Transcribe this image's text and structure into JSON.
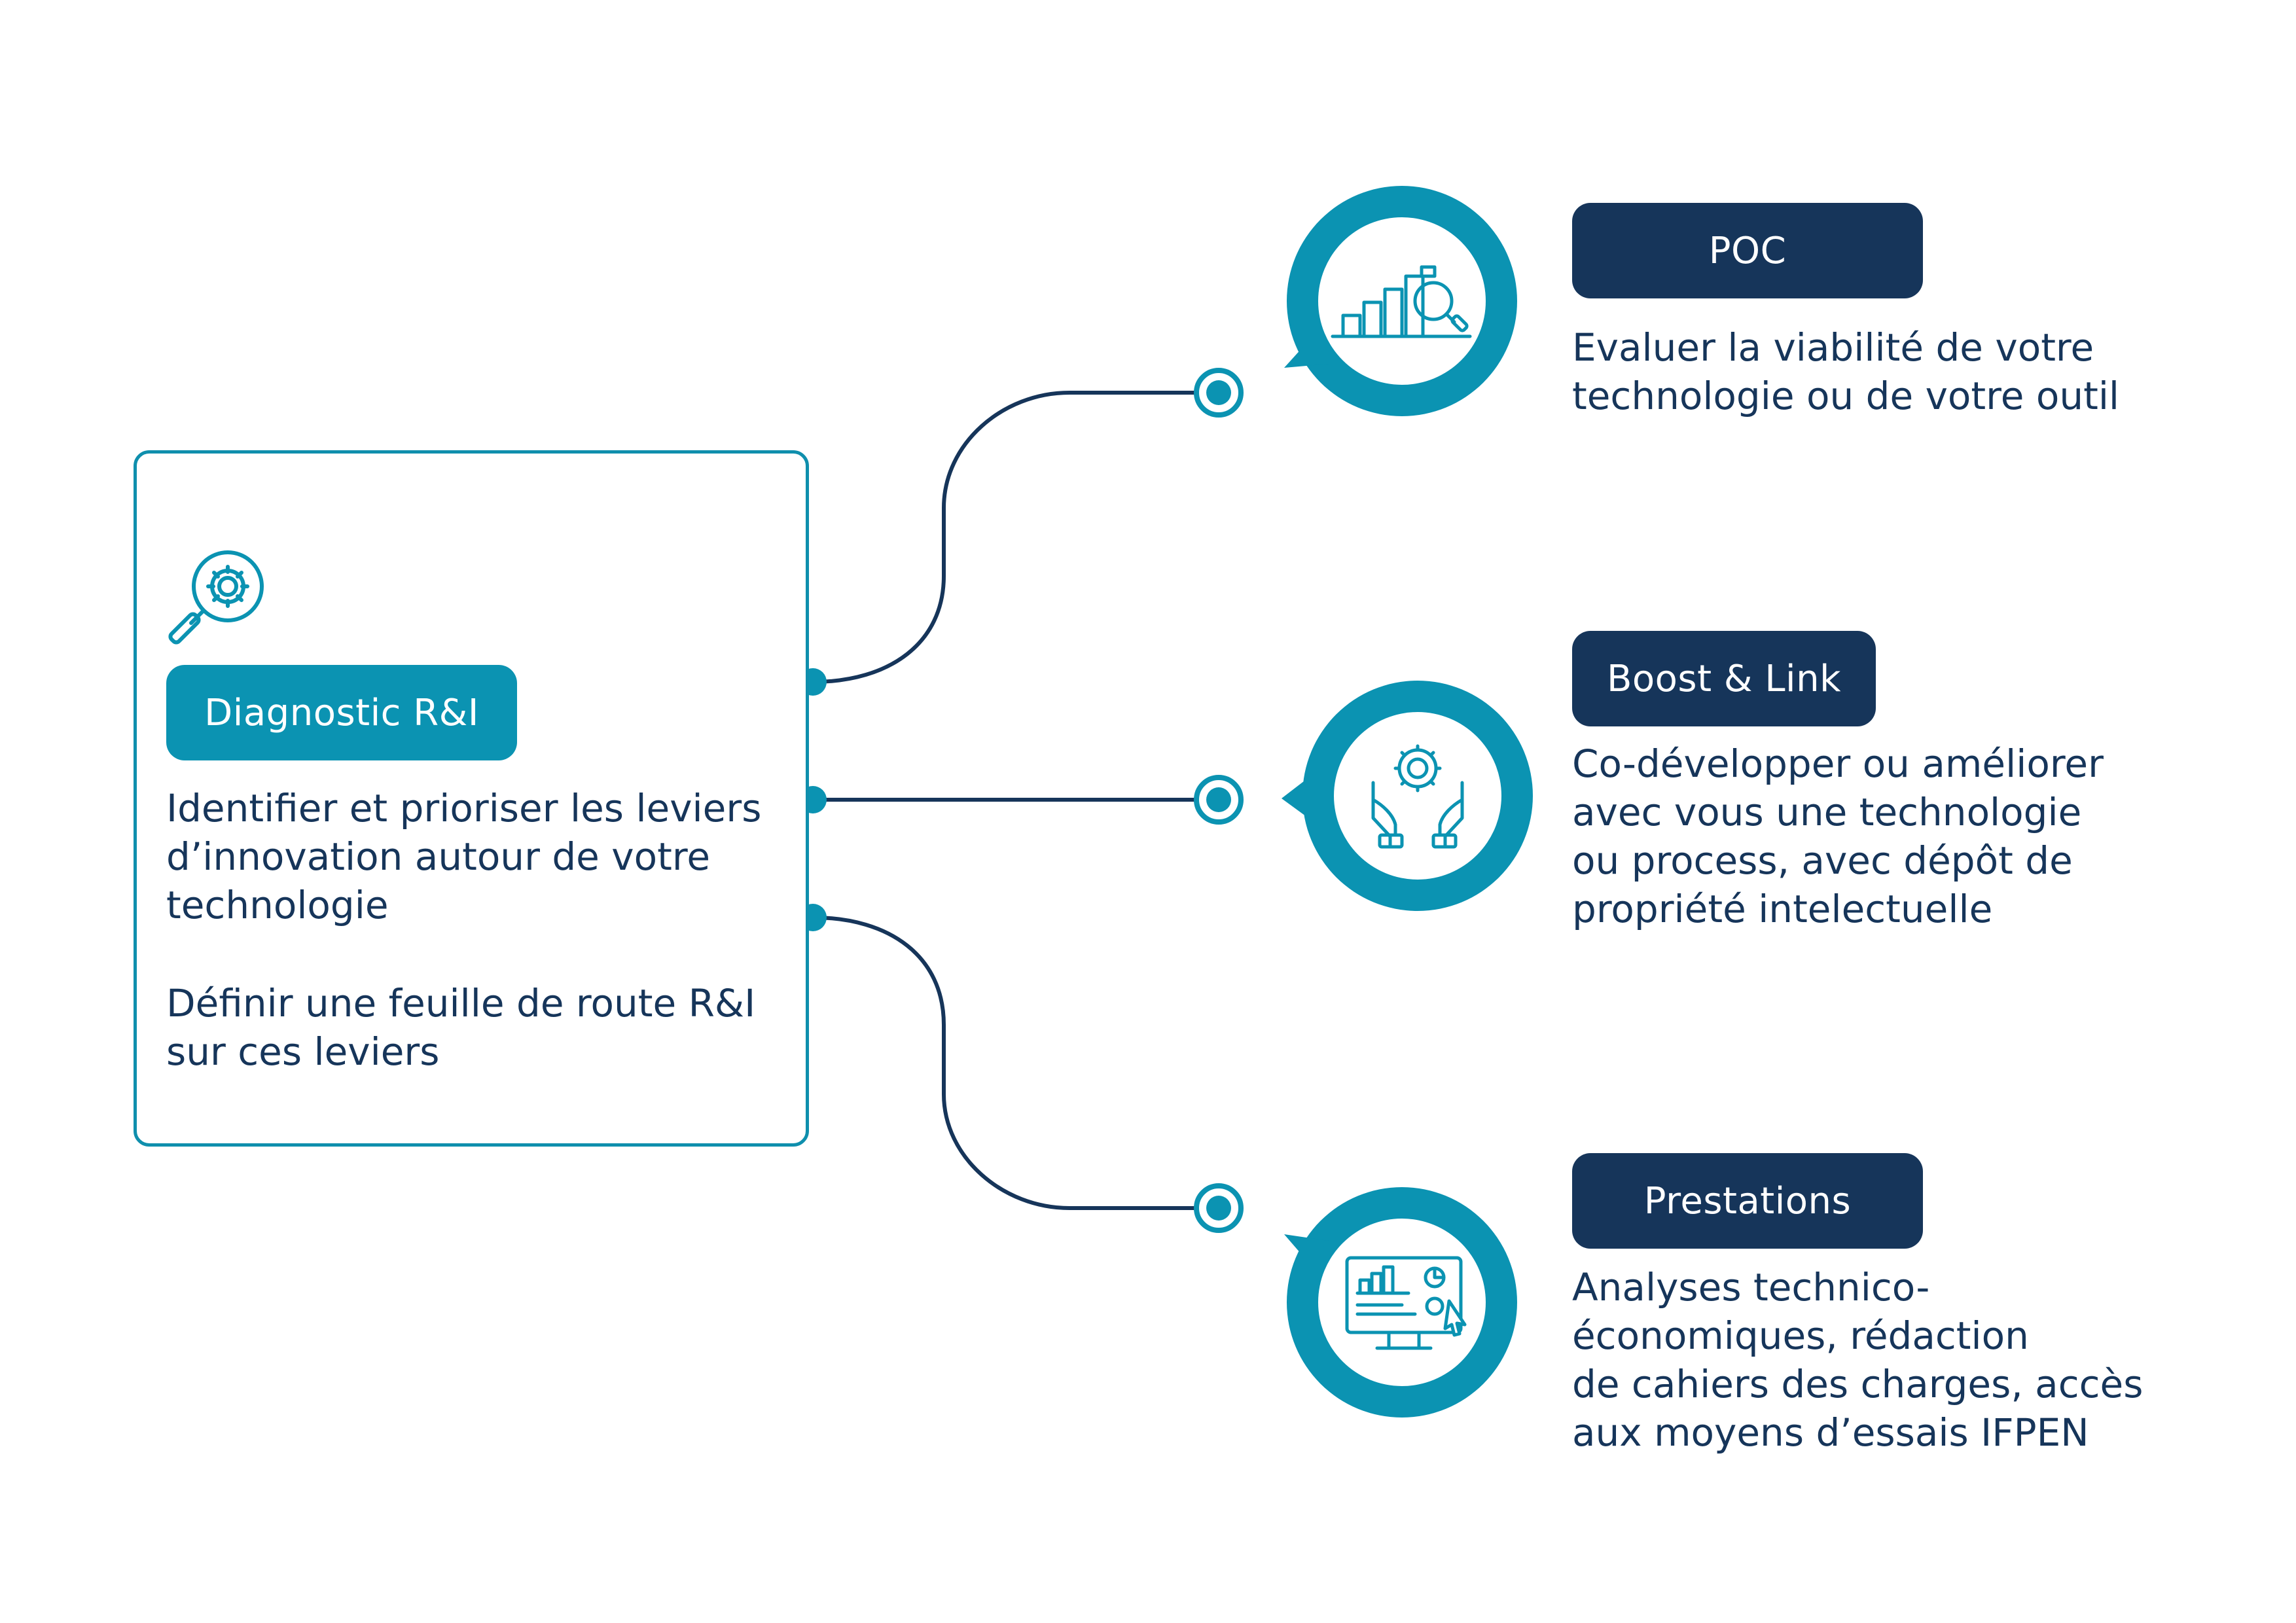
{
  "colors": {
    "teal": "#0b93b2",
    "navy": "#16355a",
    "background": "#ffffff"
  },
  "diagnostic": {
    "icon": "magnifier-gear-icon",
    "title": "Diagnostic R&I",
    "paragraph1": "Identifier et prioriser les leviers\nd’innovation autour de votre\ntechnologie",
    "paragraph2": "Définir une feuille de route R&I\nsur ces leviers"
  },
  "offers": [
    {
      "icon": "chart-magnifier-icon",
      "title": "POC",
      "description": "Evaluer la viabilité de votre\ntechnologie ou de votre outil"
    },
    {
      "icon": "hands-gear-icon",
      "title": "Boost & Link",
      "description": "Co-développer ou améliorer\navec vous une technologie\nou process, avec dépôt de\npropriété intelectuelle"
    },
    {
      "icon": "monitor-dashboard-icon",
      "title": "Prestations",
      "description": "Analyses technico-\néconomiques, rédaction\nde cahiers des charges, accès\naux moyens d’essais IFPEN"
    }
  ]
}
